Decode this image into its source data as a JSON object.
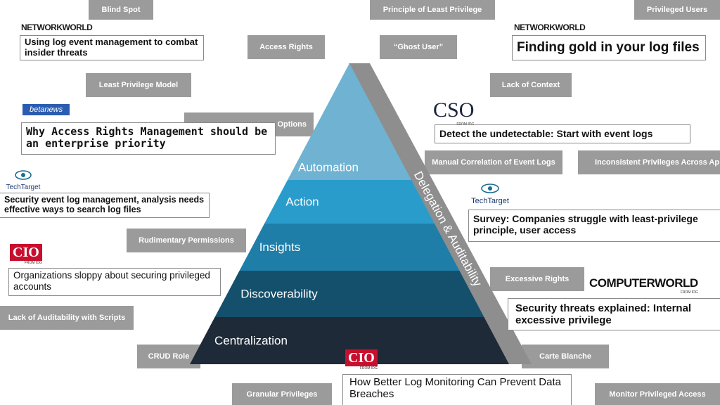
{
  "tags": {
    "blind_spot": "Blind Spot",
    "principle_least_privilege": "Principle of Least Privilege",
    "privileged_users": "Privileged Users",
    "access_rights": "Access Rights",
    "ghost_user": "“Ghost User”",
    "least_privilege_model": "Least Privilege Model",
    "lack_of_context": "Lack of Context",
    "options": "Options",
    "manual_correlation": "Manual Correlation of Event Logs",
    "inconsistent_privileges": "Inconsistent Privileges Across Ap",
    "rudimentary_permissions": "Rudimentary Permissions",
    "excessive_rights": "Excessive Rights",
    "lack_auditability_scripts": "Lack of Auditability with Scripts",
    "crud_role": "CRUD Role",
    "carte_blanche": "Carte Blanche",
    "granular_privileges": "Granular Privileges",
    "monitor_privileged_access": "Monitor Privileged Access"
  },
  "logos": {
    "networkworld_1": "NETWORKWORLD",
    "networkworld_2": "NETWORKWORLD",
    "betanews": "betanews",
    "cso": "CSO",
    "cso_sub": "FROM IDG",
    "techtarget_1": "TechTarget",
    "techtarget_2": "TechTarget",
    "cio_1": "CIO",
    "cio_1_sub": "FROM IDG",
    "cio_2": "CIO",
    "cio_2_sub": "FROM IDG",
    "computerworld": "COMPUTERWORLD",
    "computerworld_sub": "FROM IDG"
  },
  "headlines": {
    "nw_insider": "Using log event management to combat insider threats",
    "nw_gold": "Finding gold in your log files",
    "beta_access": "Why Access Rights Management should be an enterprise priority",
    "cso_detect": "Detect the undetectable: Start with event logs",
    "tt_search": "Security event log management, analysis needs effective ways to search log files",
    "tt_survey": "Survey: Companies struggle with least-privilege principle, user access",
    "cio_sloppy": "Organizations sloppy about securing privileged accounts",
    "cw_threats": "Security threats explained: Internal excessive privilege",
    "cio_monitoring": "How Better Log Monitoring Can Prevent Data Breaches"
  },
  "pyramid": {
    "levels": [
      "Automation",
      "Action",
      "Insights",
      "Discoverability",
      "Centralization"
    ],
    "colors": [
      "#6fb2d2",
      "#2a9ccc",
      "#1f7ea8",
      "#14506b",
      "#1e2a38"
    ],
    "side_label": "Delegation & Auditability",
    "side_color": "#8e8e8e"
  }
}
